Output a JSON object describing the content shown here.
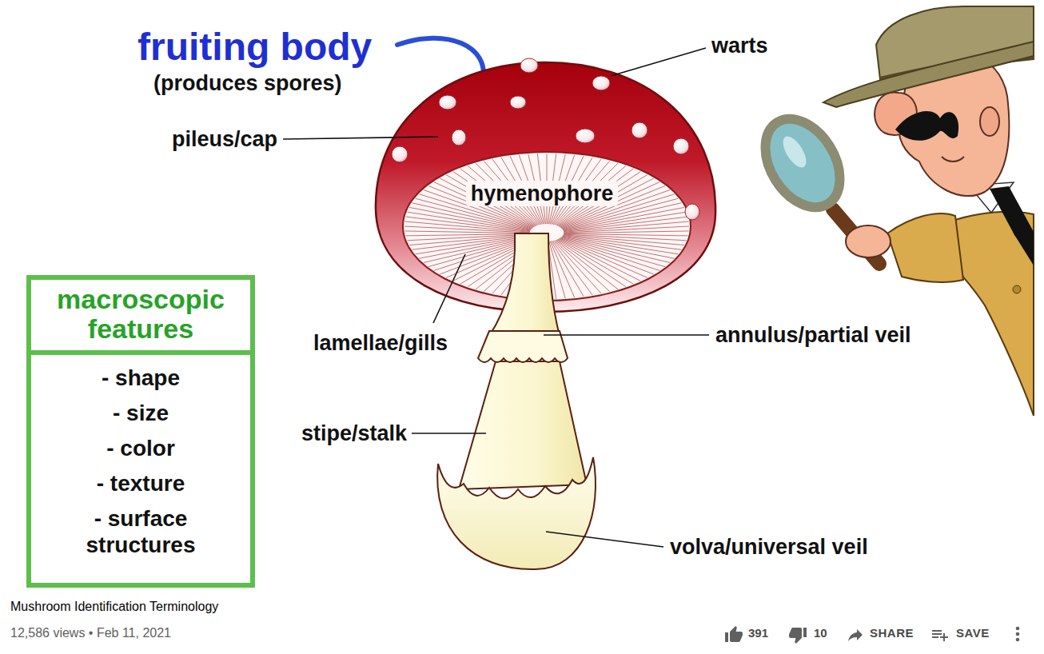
{
  "diagram": {
    "title": "Mushroom Identification Terminology",
    "nodes": [
      {
        "text": [
          "macroscopic features",
          "- shape",
          "- size",
          "- color",
          "- texture",
          "- surface structures"
        ]
      }
    ],
    "labels": [
      "fruiting body",
      "(produces spores)",
      "warts",
      "pileus/cap",
      "hymenophore",
      "lamellae/gills",
      "annulus/partial veil",
      "stipe/stalk",
      "volva/universal veil",
      "12,586 views • Feb 11, 2021",
      "391",
      "10",
      "SHARE",
      "SAVE"
    ]
  }
}
